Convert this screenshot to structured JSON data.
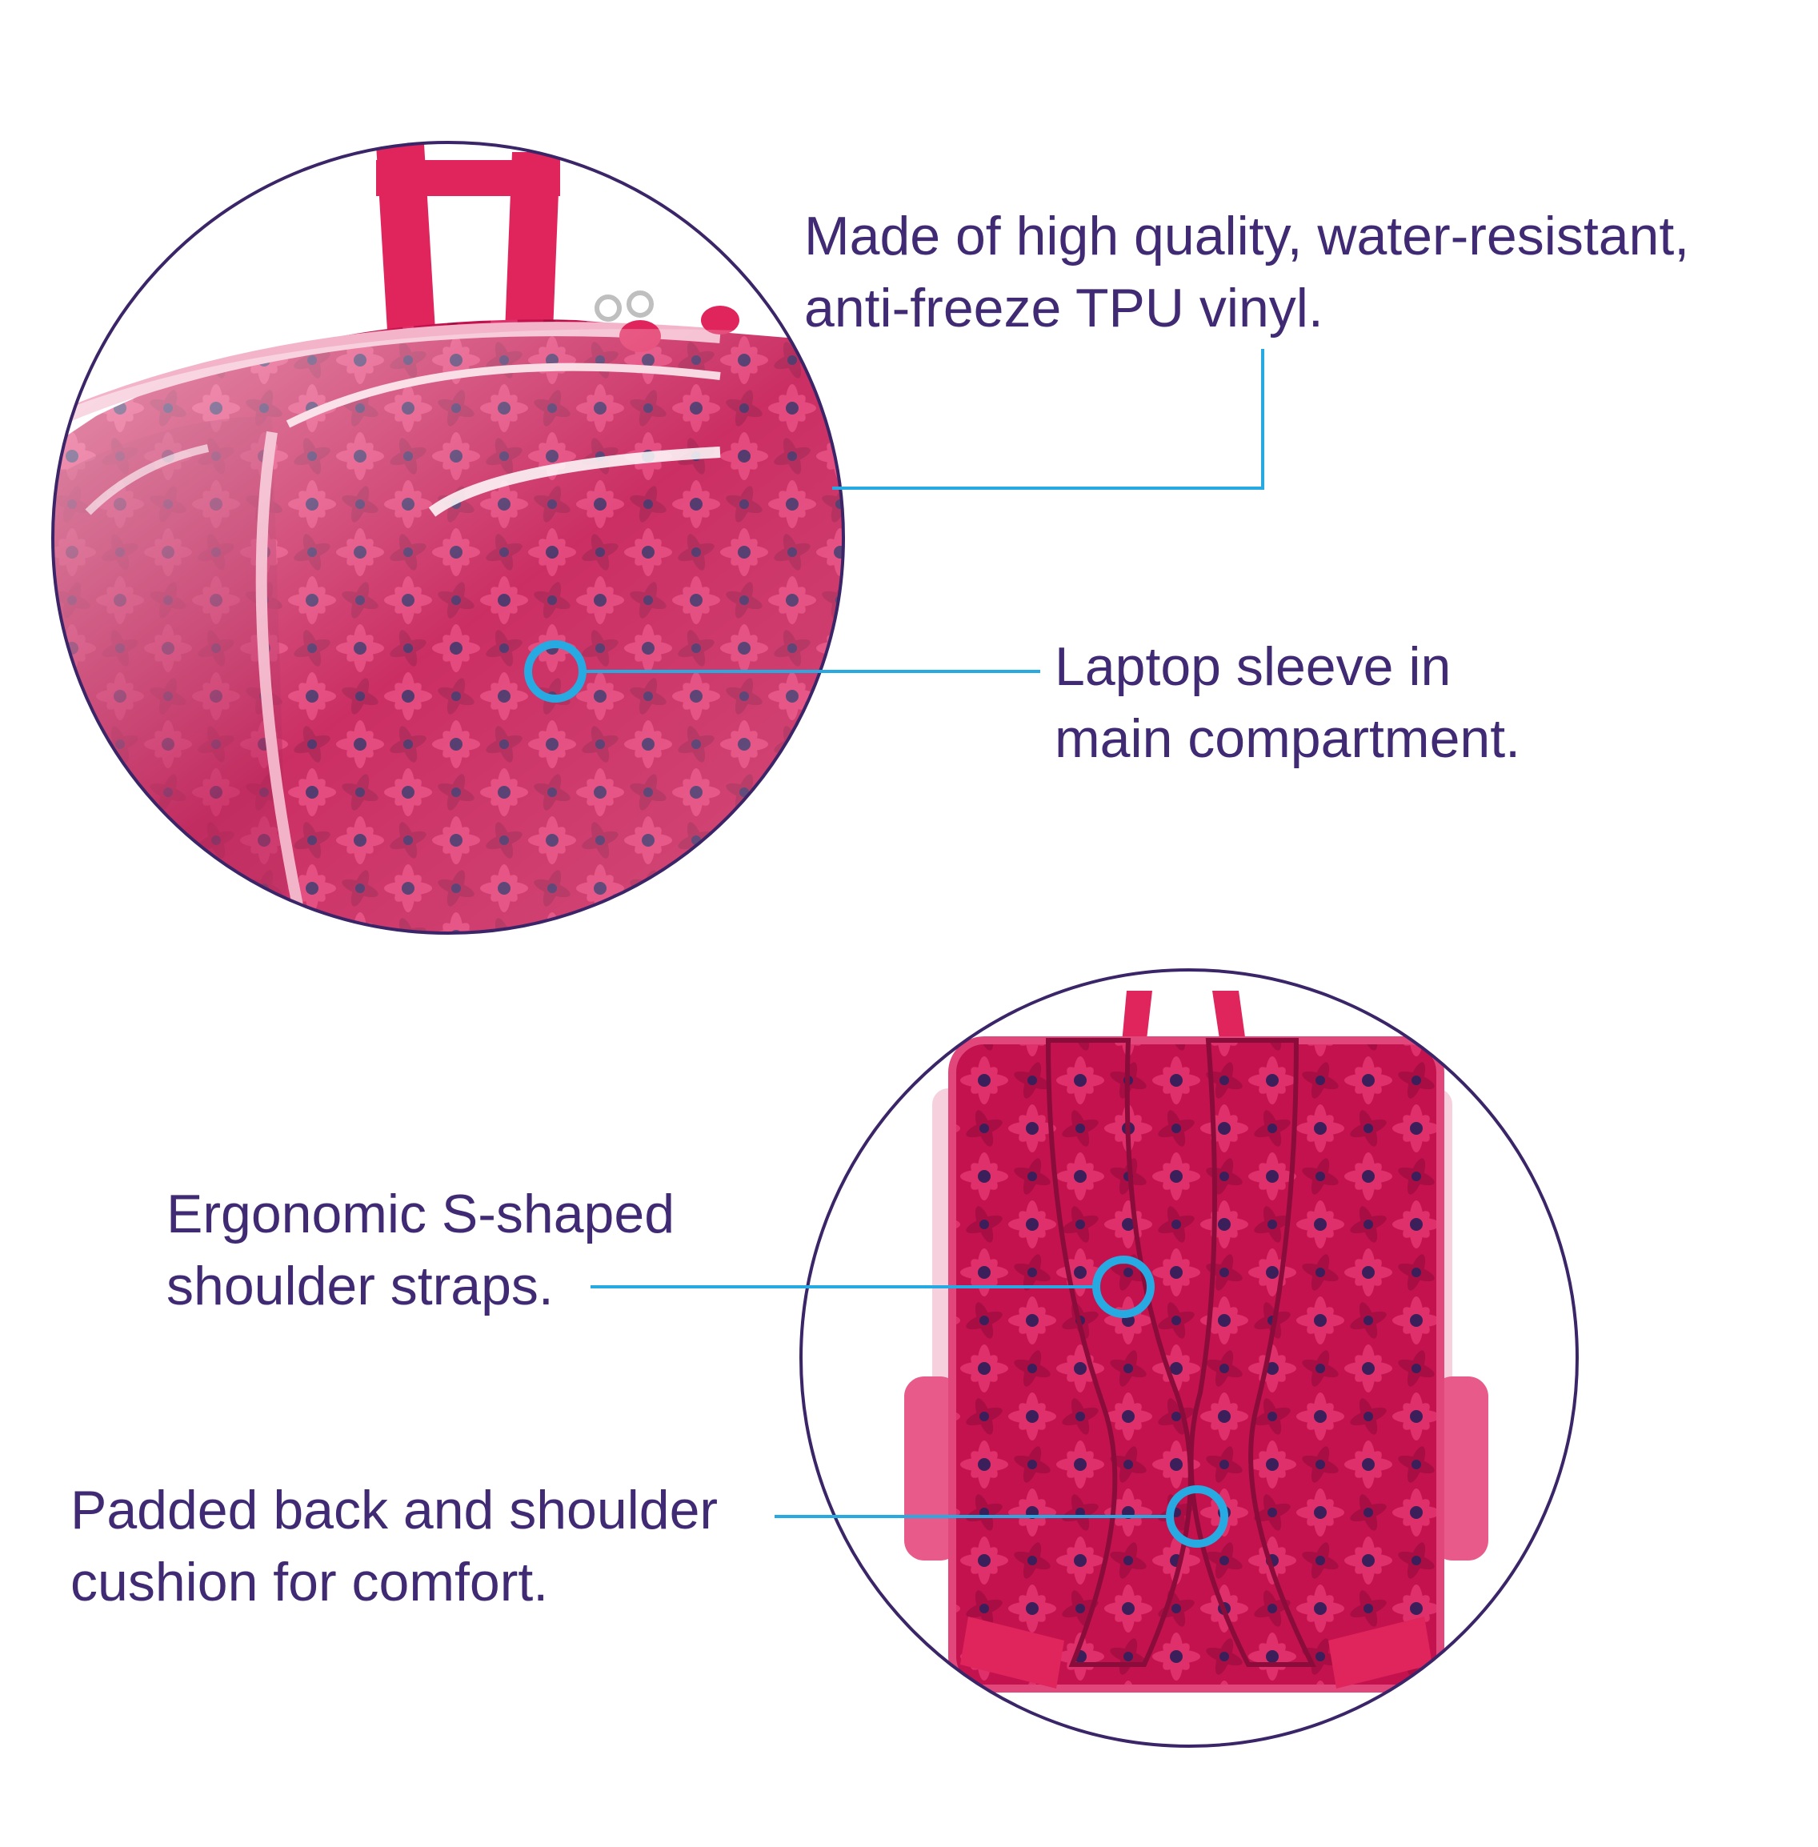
{
  "colors": {
    "text": "#3f2a73",
    "leader_line": "#27a9e1",
    "circle_frame": "#3b2569",
    "fabric_pink": "#d6185a",
    "strap_red": "#e0245c"
  },
  "callouts": [
    {
      "id": "material",
      "lines": [
        "Made of high quality, water-resistant,",
        "anti-freeze TPU vinyl."
      ]
    },
    {
      "id": "laptop",
      "lines": [
        "Laptop sleeve in",
        "main compartment."
      ]
    },
    {
      "id": "straps",
      "lines": [
        "Ergonomic S-shaped",
        "shoulder straps."
      ]
    },
    {
      "id": "padding",
      "lines": [
        "Padded back and shoulder",
        "cushion for comfort."
      ]
    }
  ]
}
